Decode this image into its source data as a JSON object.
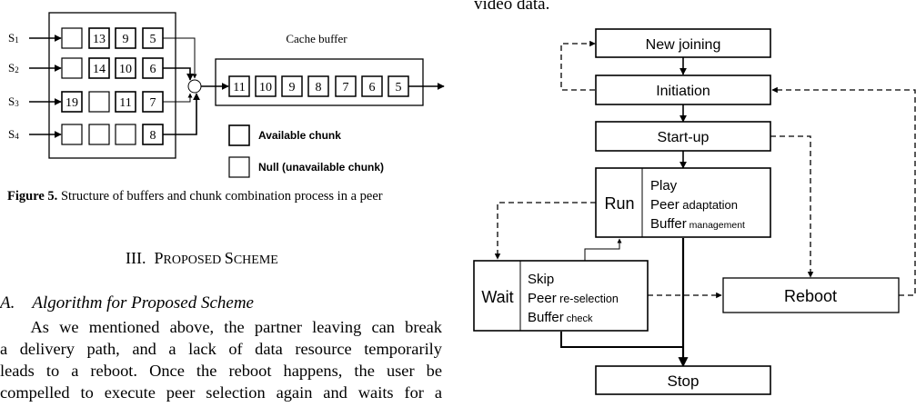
{
  "left_figure": {
    "stream_labels": [
      {
        "base": "S",
        "sub": "1"
      },
      {
        "base": "S",
        "sub": "2"
      },
      {
        "base": "S",
        "sub": "3"
      },
      {
        "base": "S",
        "sub": "4"
      }
    ],
    "stream_buffers": [
      [
        "",
        "13",
        "9",
        "5"
      ],
      [
        "",
        "14",
        "10",
        "6"
      ],
      [
        "19",
        "",
        "11",
        "7"
      ],
      [
        "",
        "",
        "",
        "8"
      ]
    ],
    "cache_buffer_label": "Cache buffer",
    "cache_buffer": [
      "11",
      "10",
      "9",
      "8",
      "7",
      "6",
      "5"
    ],
    "legend": [
      {
        "label": "Available chunk"
      },
      {
        "label": "Null (unavailable chunk)"
      }
    ]
  },
  "caption": {
    "label": "Figure 5.",
    "text": " Structure of buffers and chunk combination process in a peer"
  },
  "section": {
    "number": "III.",
    "title_parts": [
      {
        "text": "P",
        "big": true
      },
      {
        "text": "ROPOSED ",
        "big": false
      },
      {
        "text": "S",
        "big": true
      },
      {
        "text": "CHEME",
        "big": false
      }
    ]
  },
  "subsection": {
    "label": "A.",
    "title": "Algorithm for Proposed Scheme"
  },
  "paragraph_lines": [
    "As we mentioned above, the partner leaving can break",
    "a delivery path, and a lack of data resource temporarily",
    "leads to a reboot. Once the reboot happens, the user be",
    "compelled to execute peer selection again and waits for a"
  ],
  "right_text_top": "video data.",
  "flowchart": {
    "new_joining": "New joining",
    "initiation": "Initiation",
    "startup": "Start-up",
    "run": {
      "label": "Run",
      "items": [
        {
          "main": "Play",
          "detail": ""
        },
        {
          "main": "Peer",
          "detail": " adaptation"
        },
        {
          "main": "Buffer",
          "detail": " management"
        }
      ]
    },
    "wait": {
      "label": "Wait",
      "items": [
        {
          "main": "Skip",
          "detail": ""
        },
        {
          "main": "Peer",
          "detail": " re-selection"
        },
        {
          "main": "Buffer",
          "detail": " check"
        }
      ]
    },
    "reboot": "Reboot",
    "stop": "Stop"
  }
}
